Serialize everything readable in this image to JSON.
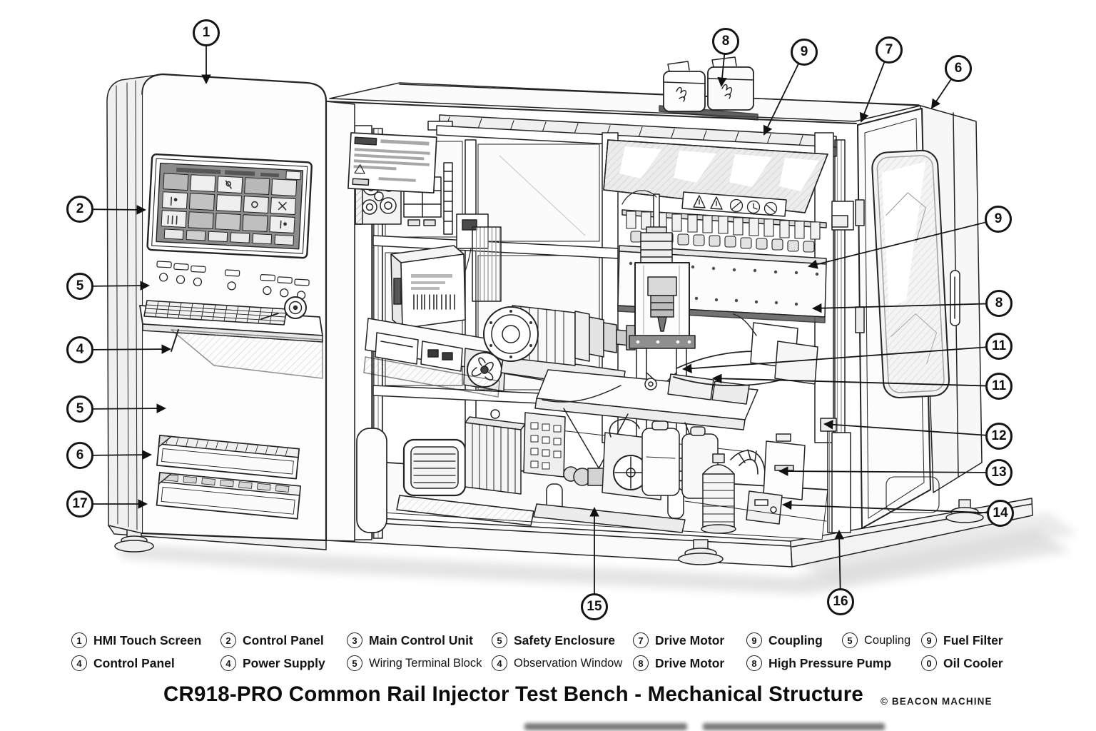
{
  "callouts": [
    "1",
    "2",
    "5",
    "4",
    "5",
    "6",
    "17",
    "8",
    "9",
    "7",
    "6",
    "9",
    "8",
    "11",
    "11",
    "12",
    "13",
    "14",
    "15",
    "16"
  ],
  "legend": {
    "row1": [
      {
        "num": "1",
        "label": "HMI Touch Screen"
      },
      {
        "num": "2",
        "label": "Control Panel"
      },
      {
        "num": "3",
        "label": "Main Control Unit"
      },
      {
        "num": "5",
        "label": "Safety Enclosure"
      },
      {
        "num": "7",
        "label": "Drive Motor"
      },
      {
        "num": "9",
        "label": "Coupling"
      },
      {
        "num": "5",
        "label": "Coupling"
      },
      {
        "num": "9",
        "label": "Fuel Filter"
      }
    ],
    "row2": [
      {
        "num": "4",
        "label": "Control Panel"
      },
      {
        "num": "4",
        "label": "Power Supply"
      },
      {
        "num": "5",
        "label": "Wiring Terminal Block"
      },
      {
        "num": "4",
        "label": "Observation Window"
      },
      {
        "num": "8",
        "label": "Drive Motor"
      },
      {
        "num": "8",
        "label": "High Pressure Pump"
      },
      {
        "num": "0",
        "label": "Oil Cooler"
      }
    ]
  },
  "footer": {
    "title": "CR918-PRO Common Rail Injector Test Bench - Mechanical Structure",
    "brand": "© BEACON MACHINE"
  }
}
